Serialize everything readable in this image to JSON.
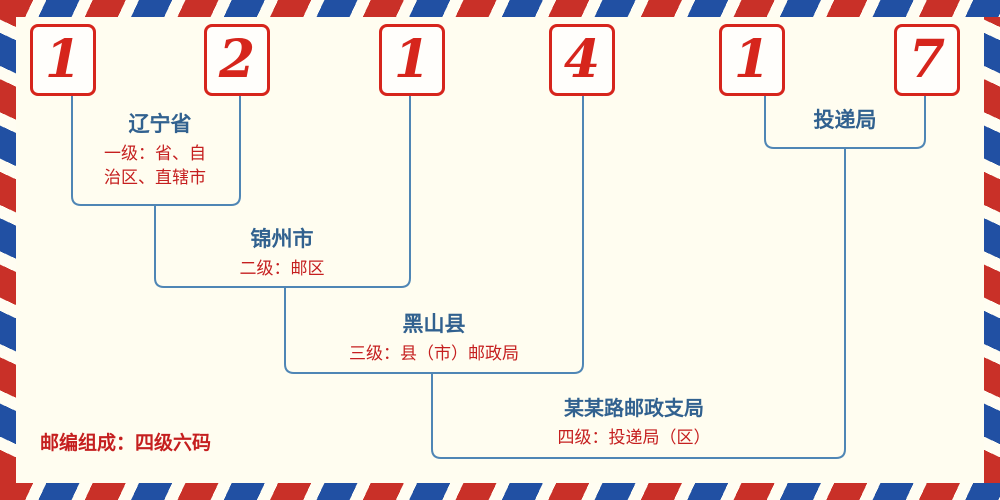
{
  "digits": [
    "1",
    "2",
    "1",
    "4",
    "1",
    "7"
  ],
  "labels": {
    "level1": {
      "title": "辽宁省",
      "desc": "一级：省、自\n治区、直辖市"
    },
    "level2": {
      "title": "锦州市",
      "desc": "二级：邮区"
    },
    "level3": {
      "title": "黑山县",
      "desc": "三级：县（市）邮政局"
    },
    "level4": {
      "title": "某某路邮政支局",
      "desc": "四级：投递局（区）"
    },
    "delivery": {
      "title": "投递局"
    }
  },
  "footer_note": "邮编组成：四级六码",
  "colors": {
    "digit_red": "#d6251c",
    "label_blue": "#31618f",
    "line_blue": "#4f86b5",
    "red_text": "#c51f1f",
    "border_red": "#c93028",
    "border_blue": "#2150a3",
    "background": "#fffdf0"
  }
}
